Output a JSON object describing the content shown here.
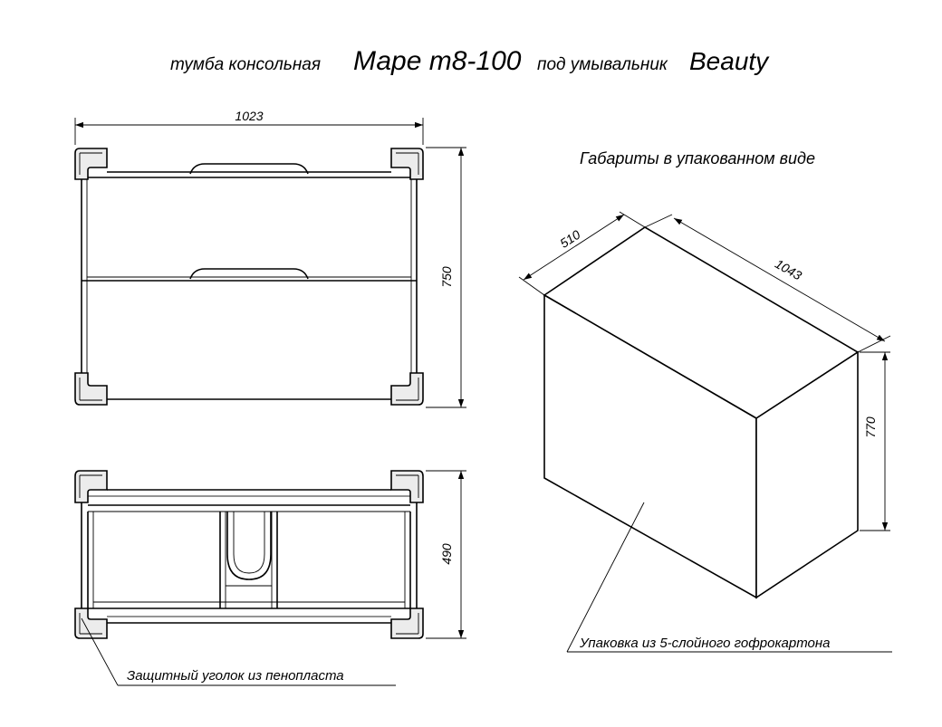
{
  "title": {
    "part1": "тумба консольная",
    "part2": "Маре т8-100",
    "part3": "под умывальник",
    "part4": "Beauty"
  },
  "front_view": {
    "width_dim": "1023",
    "height_dim": "750"
  },
  "top_view": {
    "depth_dim": "490",
    "callout": "Защитный уголок из пенопласта"
  },
  "package": {
    "heading": "Габариты в упакованном виде",
    "depth_dim": "510",
    "length_dim": "1043",
    "height_dim": "770",
    "callout": "Упаковка из 5-слойного гофрокартона"
  }
}
